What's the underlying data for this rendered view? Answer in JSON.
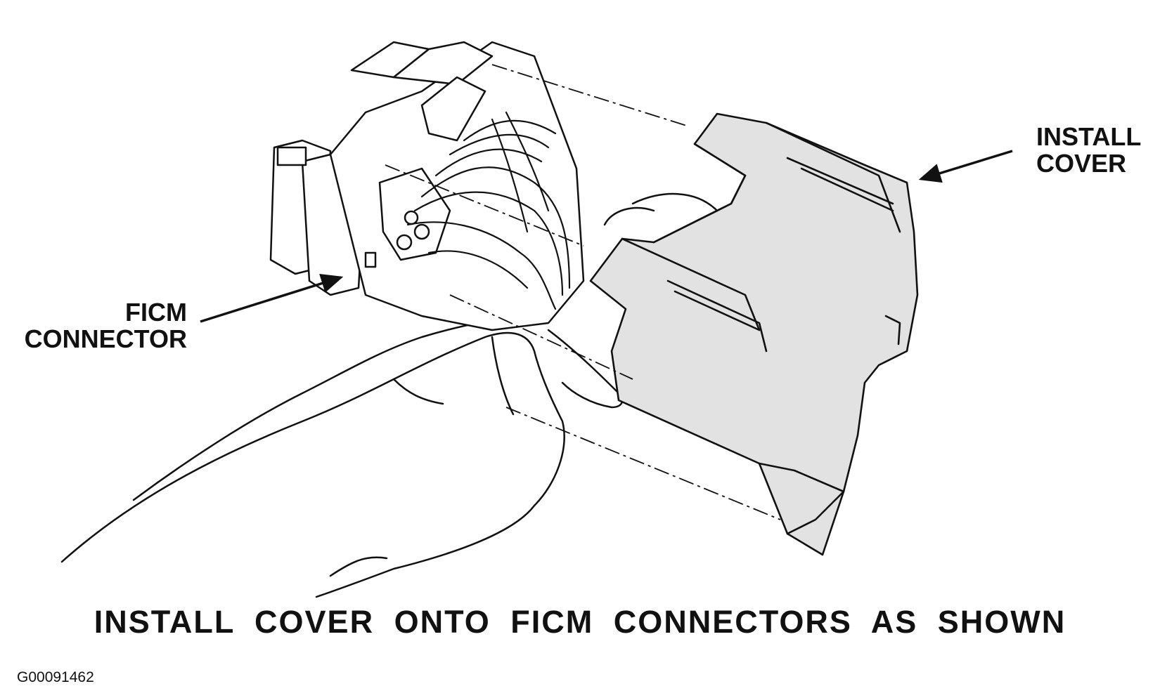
{
  "labels": {
    "install_cover": [
      "INSTALL",
      "COVER"
    ],
    "ficm_connector": [
      "FICM",
      "CONNECTOR"
    ]
  },
  "caption": "INSTALL COVER ONTO FICM CONNECTORS AS SHOWN",
  "figure_id": "G00091462",
  "colors": {
    "ink": "#111111",
    "cover_fill": "#e2e2e2",
    "paper": "#ffffff"
  }
}
